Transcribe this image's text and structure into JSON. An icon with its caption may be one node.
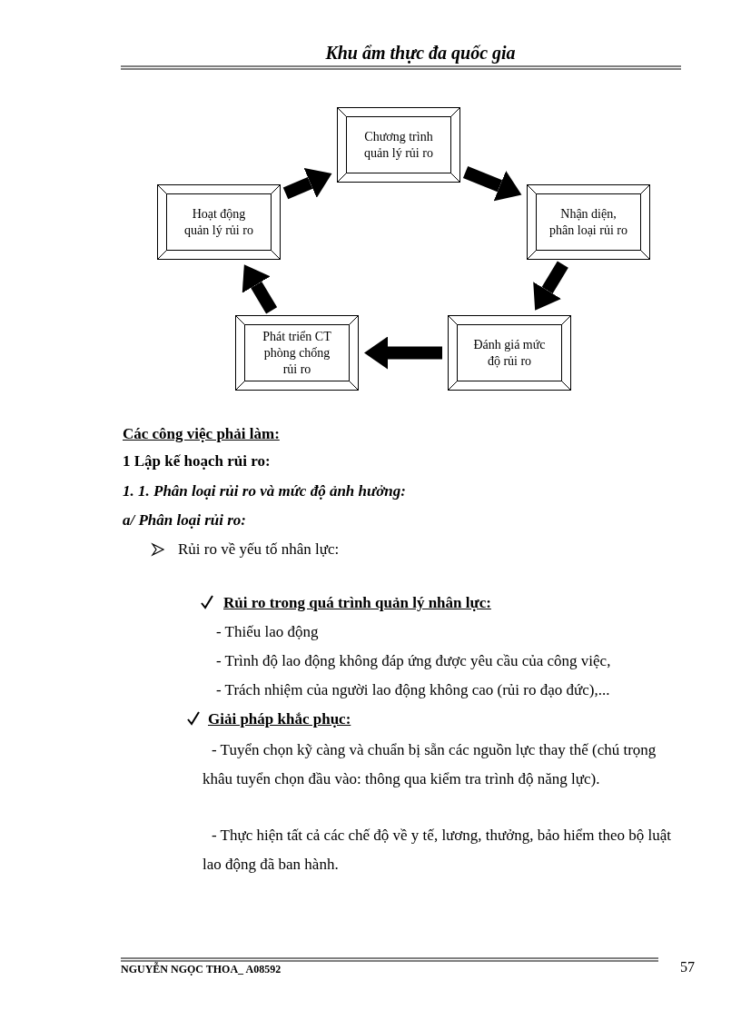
{
  "diagram": {
    "title": "Khu ẩm thực đa quốc gia",
    "nodes": [
      {
        "text": [
          "Chương trình quản lý rủi ro"
        ]
      },
      {
        "text": [
          "Nhận diện, phân loại rủi ro"
        ]
      },
      {
        "text": [
          "Đánh giá mức độ rủi ro"
        ]
      },
      {
        "text": [
          "Phát triển CT phòng chống rủi ro"
        ]
      },
      {
        "text": [
          "Hoạt động quản lý rủi ro"
        ]
      }
    ],
    "edges": [
      {
        "from": 0,
        "to": 1,
        "arrow": "to"
      },
      {
        "from": 1,
        "to": 2,
        "arrow": "to"
      },
      {
        "from": 2,
        "to": 3,
        "arrow": "to"
      },
      {
        "from": 3,
        "to": 4,
        "arrow": "to"
      },
      {
        "from": 4,
        "to": 0,
        "arrow": "to"
      }
    ],
    "labels": [
      "Các công việc phải làm:",
      "1 Lập kế hoạch rủi ro:",
      "1. 1. Phân loại rủi ro và mức độ ảnh hưởng:",
      "a/ Phân loại rủi ro:",
      "Rủi ro về yếu tố nhân lực:",
      "Rủi ro trong quá trình quản lý nhân lực:",
      "- Thiếu lao động",
      "- Trình độ lao động không đáp ứng được yêu cầu của công việc,",
      "- Trách nhiệm của người lao động không cao (rủi ro đạo đức),...",
      "Giải pháp khắc phục:",
      "- Tuyển chọn kỹ càng và chuẩn bị sẵn các nguồn lực thay thế (chú trọng khâu tuyển chọn đầu vào: thông qua kiểm tra trình độ năng lực).",
      "- Thực hiện tất cả các chế độ về y tế, lương, thưởng, bảo hiểm theo bộ luật lao động đã ban hành.",
      "NGUYỄN NGỌC THOA_ A08592",
      "57"
    ]
  }
}
